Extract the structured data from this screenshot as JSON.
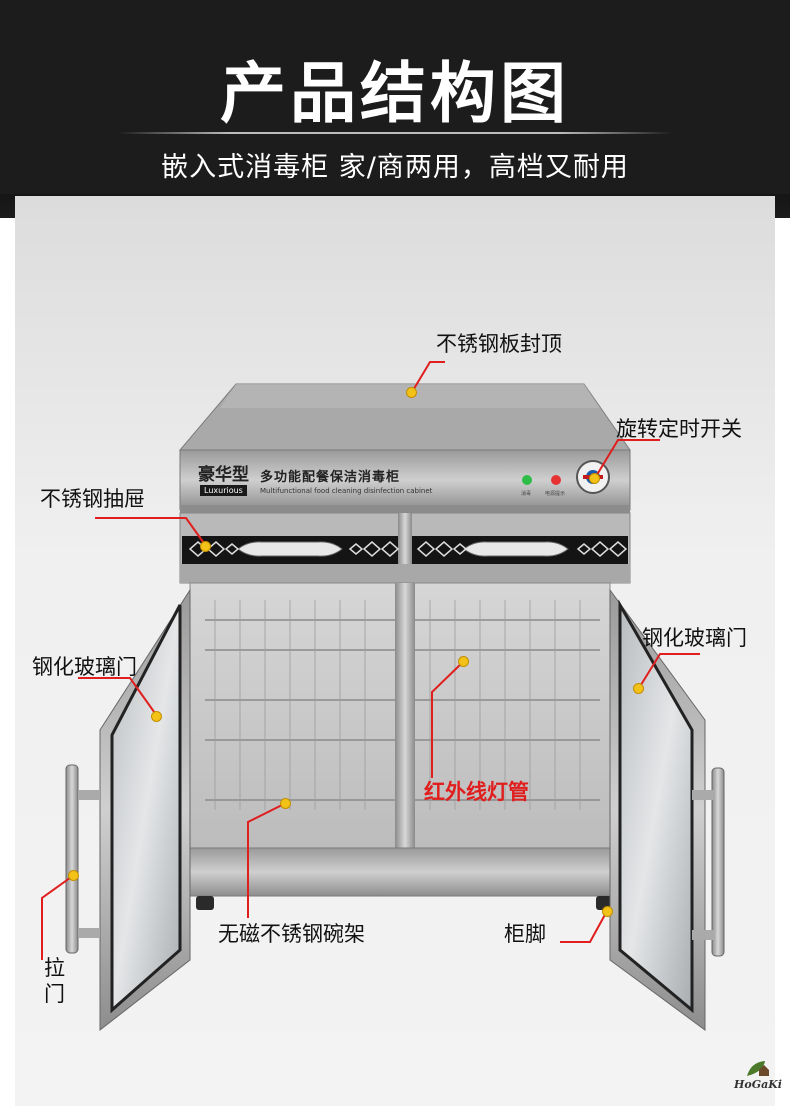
{
  "header": {
    "title": "产品结构图",
    "subtitle": "嵌入式消毒柜 家/商两用，高档又耐用"
  },
  "cabinet": {
    "brand": "豪华型",
    "badge": "Luxurious",
    "name": "多功能配餐保洁消毒柜",
    "subname": "Multifunctional food cleaning disinfection cabinet",
    "lamp_green_label": "消毒",
    "lamp_red_label": "电源提示"
  },
  "callouts": {
    "top": "不锈钢板封顶",
    "timer": "旋转定时开关",
    "drawer": "不锈钢抽屉",
    "glass_left": "钢化玻璃门",
    "glass_right": "钢化玻璃门",
    "infrared": "红外线灯管",
    "rack": "无磁不锈钢碗架",
    "feet": "柜脚",
    "handle_1": "拉",
    "handle_2": "门"
  },
  "logo": {
    "text": "HoGaKi"
  },
  "colors": {
    "header_bg": "#1c1c1c",
    "accent_red": "#e01e1e",
    "marker_yellow": "#f3c218"
  }
}
